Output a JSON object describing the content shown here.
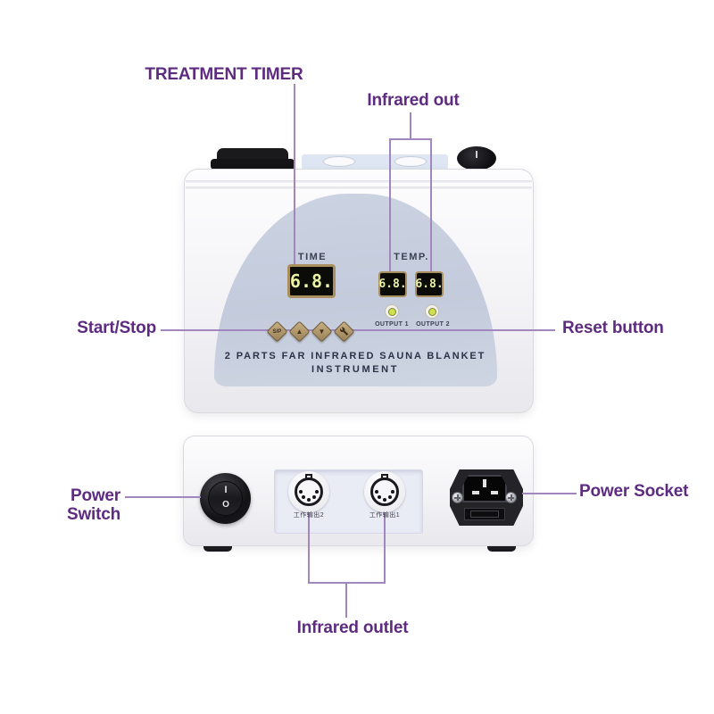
{
  "annotations": {
    "treatment_timer": "TREATMENT TIMER",
    "infrared_out": "Infrared out",
    "start_stop": "Start/Stop",
    "reset_button": "Reset button",
    "power_switch": "Power Switch",
    "power_socket": "Power Socket",
    "infrared_outlet": "Infrared outlet"
  },
  "device_panel": {
    "time_label": "TIME",
    "temp_label": "TEMP.",
    "time_value": "6.8.",
    "temp1_value": "6.8.",
    "temp2_value": "6.8.",
    "output1_label": "OUTPUT 1",
    "output2_label": "OUTPUT 2",
    "buttons": {
      "start_stop": "S/P",
      "up": "▲",
      "down": "▼"
    },
    "title_line1": "2 PARTS FAR INFRARED SAUNA BLANKET",
    "title_line2": "INSTRUMENT"
  },
  "device_back": {
    "switch_on_mark": "I",
    "switch_off_mark": "O",
    "socket2_label": "工作输出2",
    "socket1_label": "工作输出1"
  },
  "colors": {
    "annotation_text": "#5d2b80",
    "annotation_line": "#a287bf",
    "display_digit": "#ebf3a5",
    "display_bezel": "#a98f5d",
    "panel_dome_top": "#ccd4e3",
    "panel_dome_bottom": "#c3cbdc",
    "led": "#cde24d",
    "button_face": "#9a8055",
    "panel_text": "#2c3248"
  }
}
